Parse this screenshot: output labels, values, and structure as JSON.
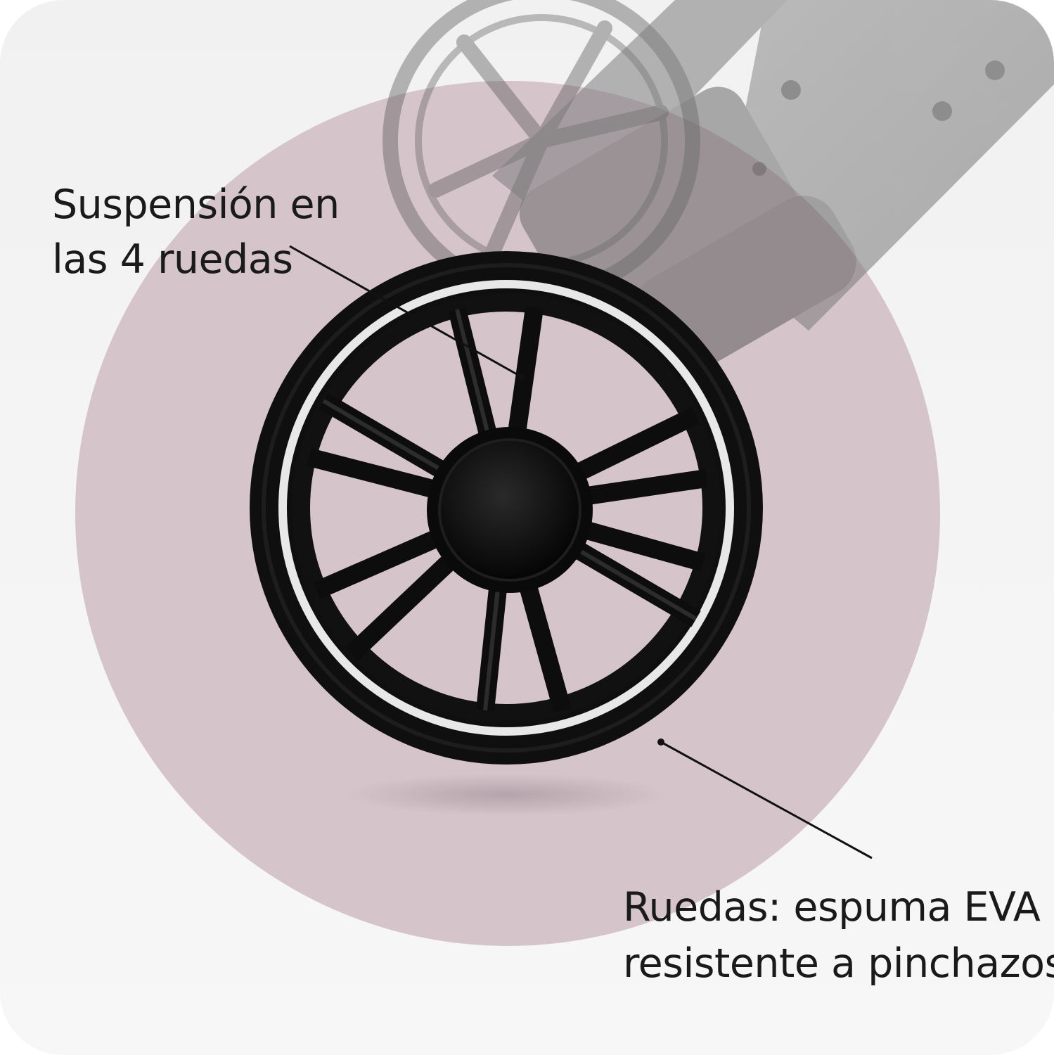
{
  "annotations": {
    "suspension": {
      "line1": "Suspensión en",
      "line2": "las 4 ruedas"
    },
    "eva_foam": {
      "line1": "Ruedas: espuma EVA",
      "line2": "resistente a pinchazos"
    }
  },
  "colors": {
    "background": "#f3f3f3",
    "accent_circle": "#d6c4cb",
    "tire": "#111111",
    "rim_stripe": "#e8e8e8",
    "text": "#1a1a1a"
  },
  "icons": {
    "product": "stroller-wheel"
  }
}
